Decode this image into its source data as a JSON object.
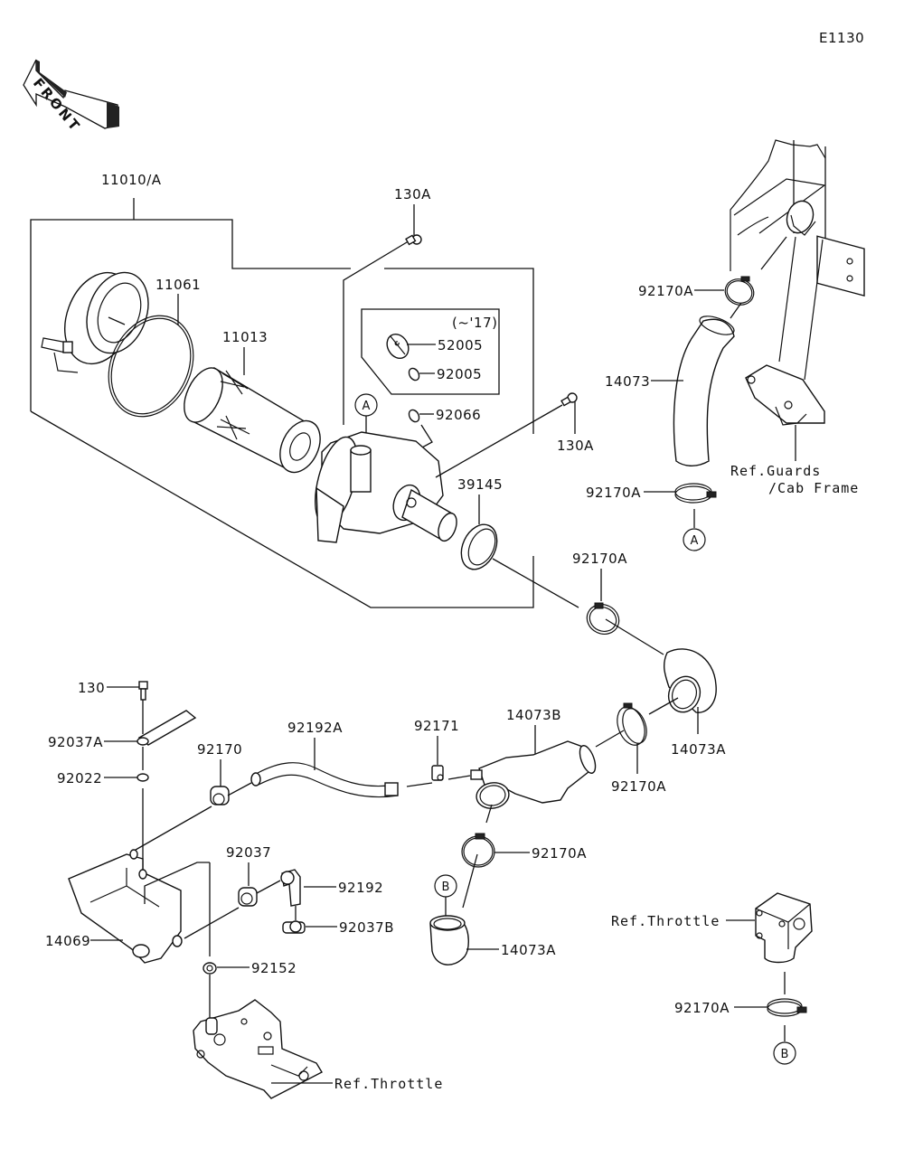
{
  "diagram": {
    "code": "E1130",
    "front_label": "FRONT",
    "parts": {
      "assembly": "11010/A",
      "bolt_top": "130A",
      "o_ring": "11061",
      "element": "11013",
      "year_note": "(~'17)",
      "cap": "52005",
      "plug_small": "92005",
      "plug": "92066",
      "bolt_right": "130A",
      "seal": "39145",
      "clamp_top": "92170A",
      "duct": "14073",
      "clamp_duct_bottom": "92170A",
      "ref_guards": "Ref.Guards",
      "ref_cab": "/Cab Frame",
      "clamp_mid": "92170A",
      "elbow": "14073A",
      "clamp_elbow": "92170A",
      "y_pipe": "14073B",
      "bolt_130": "130",
      "band_92037A": "92037A",
      "washer": "92022",
      "clip_92170": "92170",
      "hose_92192A": "92192A",
      "clip_92171": "92171",
      "clamp_y_bottom": "92170A",
      "boot": "14073A",
      "bracket": "14069",
      "clip_92037": "92037",
      "hose_92192": "92192",
      "clip_92037B": "92037B",
      "grommet": "92152",
      "ref_throttle_left": "Ref.Throttle",
      "ref_throttle_right": "Ref.Throttle",
      "clamp_throttle": "92170A"
    },
    "connectors": {
      "a_top": "A",
      "a_bottom": "A",
      "b_left": "B",
      "b_right": "B"
    }
  }
}
